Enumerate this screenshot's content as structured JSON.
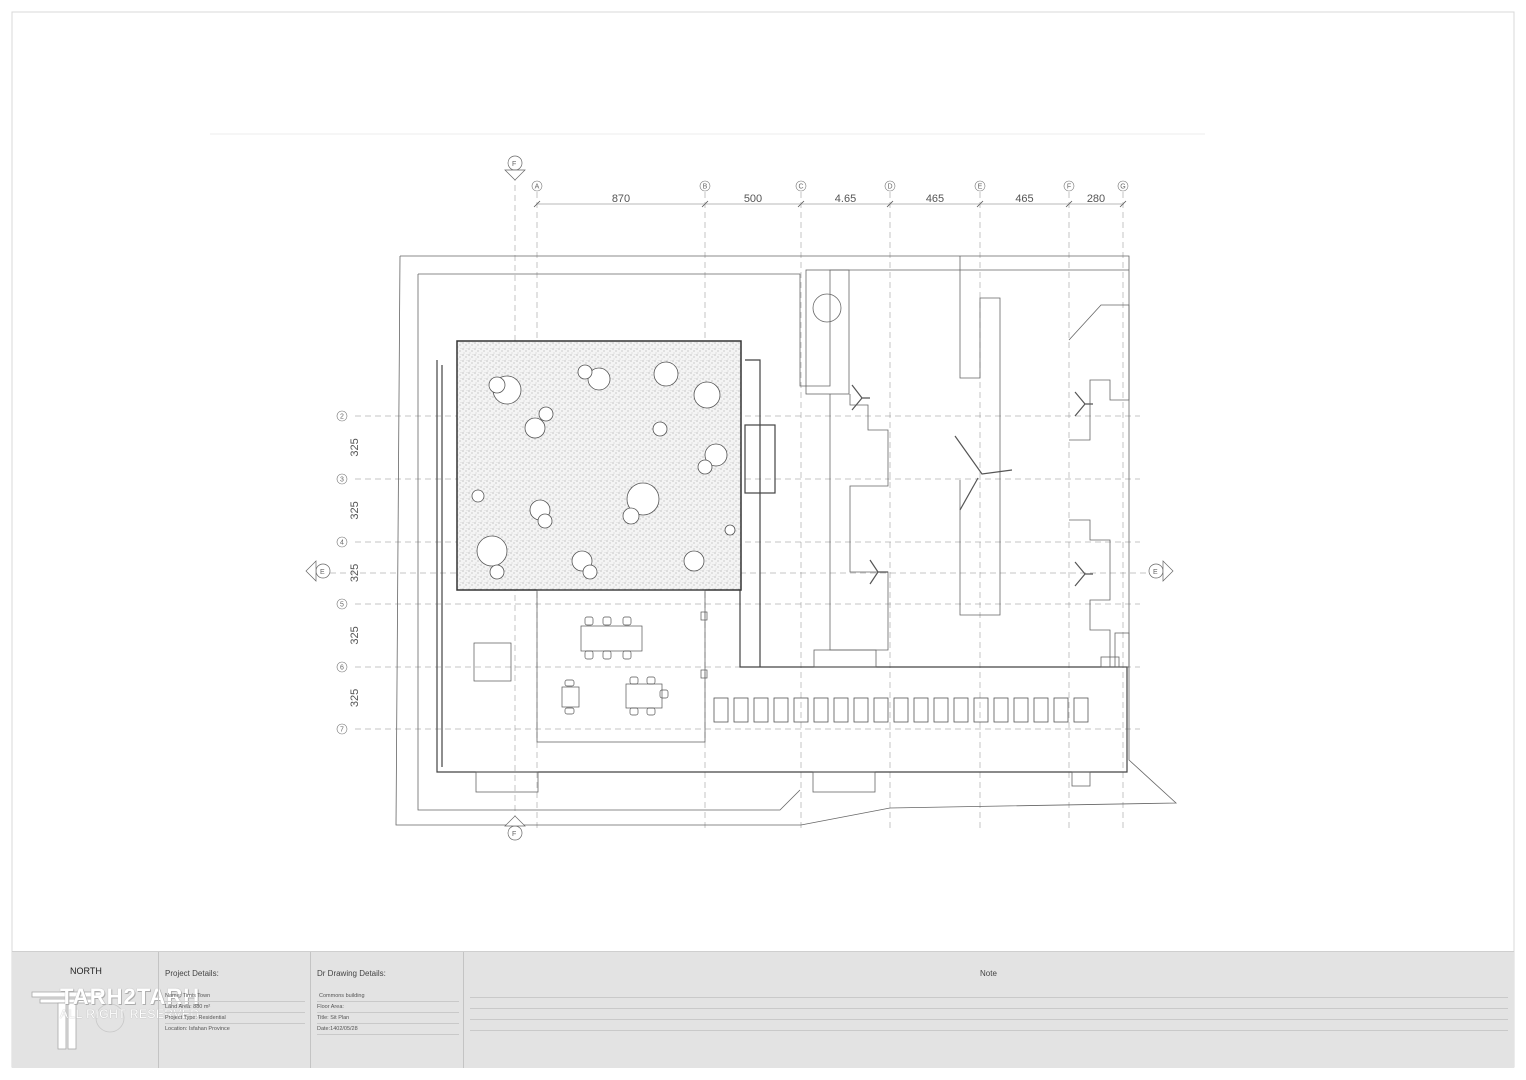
{
  "grid_bubbles_top": [
    "A",
    "B",
    "C",
    "D",
    "E",
    "F",
    "G"
  ],
  "dimensions_top": [
    "870",
    "500",
    "4.65",
    "465",
    "465",
    "280"
  ],
  "grid_bubbles_left": [
    "2",
    "3",
    "4",
    "5",
    "6",
    "7"
  ],
  "dimensions_left": [
    "325",
    "325",
    "325",
    "325",
    "325"
  ],
  "section_markers": {
    "top": "F",
    "bottom": "F",
    "left": "E",
    "right": "E"
  },
  "title_block": {
    "north_label": "NORTH",
    "project_heading": "Project Details:",
    "project_rows": [
      "Name: Tirnis Town",
      "Land Area: 880 m²",
      "Project Type: Residential",
      "Location: Isfahan Province"
    ],
    "drawing_heading": "Dr Drawing Details:",
    "drawing_rows": [
      "Commons building",
      "Floor Area:",
      "Title: Sit Plan",
      "Date:1402/05/28"
    ],
    "note_heading": "Note"
  },
  "watermark": {
    "main": "TARH2TARH",
    "sub": "ALL RIGHT RESERVED"
  },
  "colors": {
    "line": "#555555",
    "light": "#9a9a9a",
    "titleblock": "#e3e3e3"
  }
}
